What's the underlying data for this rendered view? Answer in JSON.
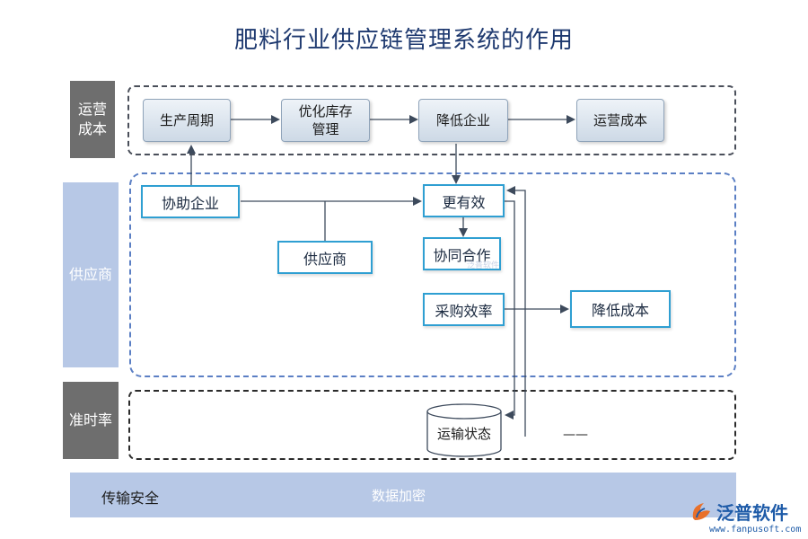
{
  "title": "肥料行业供应链管理系统的作用",
  "side_labels": {
    "ops_cost": "运营\n成本",
    "supplier": "供应商",
    "punctuality": "准时率"
  },
  "top_row": {
    "production_cycle": "生产周期",
    "optimize_inventory": "优化库存\n管理",
    "reduce_enterprise": "降低企业",
    "ops_cost": "运营成本"
  },
  "middle": {
    "assist_enterprise": "协助企业",
    "more_effective": "更有效",
    "supplier": "供应商",
    "collaboration": "协同合作",
    "procurement_efficiency": "采购效率",
    "reduce_cost": "降低成本"
  },
  "bottom": {
    "transport_status": "运输状态",
    "dash": "——"
  },
  "footer": {
    "transfer_security": "传输安全",
    "data_encryption": "数据加密"
  },
  "logo": {
    "name": "泛普软件",
    "url": "www.fanpusoft.com"
  },
  "watermark": "泛普软件"
}
